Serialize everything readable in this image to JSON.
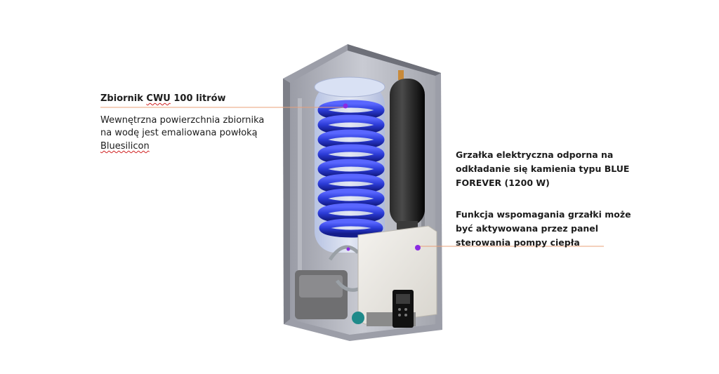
{
  "callouts": {
    "tank": {
      "title_prefix": "Zbiornik ",
      "title_spell": "CWU",
      "title_suffix": " 100 litrów",
      "line1": "Wewnętrzna powierzchnia zbiornika",
      "line2": "na wodę jest emaliowana powłoką",
      "line3": "Bluesilicon"
    },
    "heater": {
      "line1": "Grzałka elektryczna odporna na",
      "line2": "odkładanie się kamienia typu BLUE",
      "line3": "FOREVER (1200 W)"
    },
    "assist": {
      "line1": "Funkcja wspomagania grzałki może",
      "line2": "być aktywowana przez panel",
      "line3": "sterowania pompy ciepła"
    }
  },
  "colors": {
    "leader_line": "#e8a07a",
    "marker": "#8a2be2",
    "coil": "#2b3bd6",
    "vessel": "#111111"
  }
}
